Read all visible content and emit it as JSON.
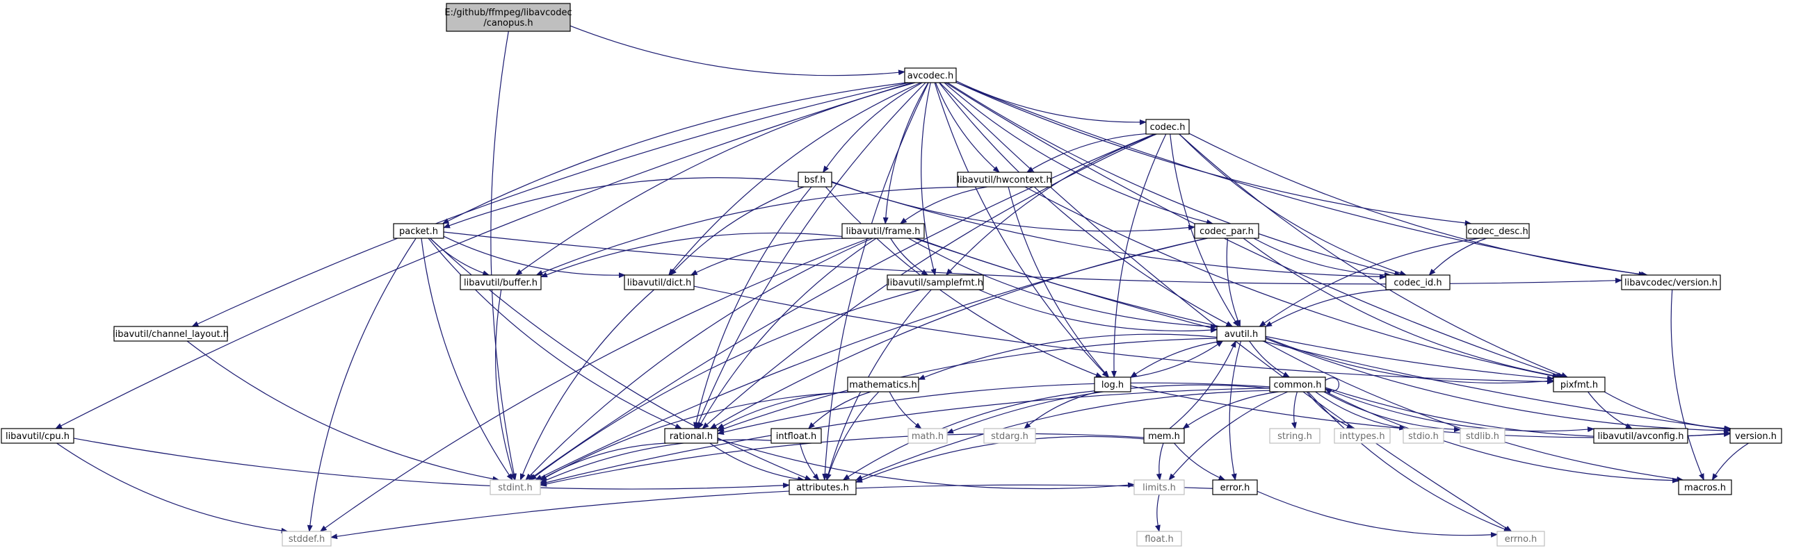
{
  "colors": {
    "edge": "#191970",
    "root_fill": "#bfbfbf",
    "node_fill": "#ffffff",
    "node_stroke": "#000000",
    "external_stroke": "#bfbfbf",
    "text": "#000000",
    "external_text": "#6b6b6b"
  },
  "nodes": [
    {
      "id": "root",
      "label": "E:/github/ffmpeg/libavcodec\n/canopus.h",
      "kind": "root"
    },
    {
      "id": "avcodec",
      "label": "avcodec.h",
      "kind": "local"
    },
    {
      "id": "codec",
      "label": "codec.h",
      "kind": "local"
    },
    {
      "id": "bsf",
      "label": "bsf.h",
      "kind": "local"
    },
    {
      "id": "hwcontext",
      "label": "libavutil/hwcontext.h",
      "kind": "local"
    },
    {
      "id": "frame",
      "label": "libavutil/frame.h",
      "kind": "local"
    },
    {
      "id": "packet",
      "label": "packet.h",
      "kind": "local"
    },
    {
      "id": "codec_par",
      "label": "codec_par.h",
      "kind": "local"
    },
    {
      "id": "codec_desc",
      "label": "codec_desc.h",
      "kind": "local"
    },
    {
      "id": "buffer",
      "label": "libavutil/buffer.h",
      "kind": "local"
    },
    {
      "id": "dict",
      "label": "libavutil/dict.h",
      "kind": "local"
    },
    {
      "id": "samplefmt",
      "label": "libavutil/samplefmt.h",
      "kind": "local"
    },
    {
      "id": "codec_id",
      "label": "codec_id.h",
      "kind": "local"
    },
    {
      "id": "lavc_version",
      "label": "libavcodec/version.h",
      "kind": "local"
    },
    {
      "id": "channel_layout",
      "label": "libavutil/channel_layout.h",
      "kind": "local"
    },
    {
      "id": "avutil",
      "label": "avutil.h",
      "kind": "local"
    },
    {
      "id": "mathematics",
      "label": "mathematics.h",
      "kind": "local"
    },
    {
      "id": "log",
      "label": "log.h",
      "kind": "local"
    },
    {
      "id": "common",
      "label": "common.h",
      "kind": "local"
    },
    {
      "id": "pixfmt",
      "label": "pixfmt.h",
      "kind": "local"
    },
    {
      "id": "cpu",
      "label": "libavutil/cpu.h",
      "kind": "local"
    },
    {
      "id": "rational",
      "label": "rational.h",
      "kind": "local"
    },
    {
      "id": "intfloat",
      "label": "intfloat.h",
      "kind": "local"
    },
    {
      "id": "math",
      "label": "math.h",
      "kind": "external"
    },
    {
      "id": "stdarg",
      "label": "stdarg.h",
      "kind": "external"
    },
    {
      "id": "mem",
      "label": "mem.h",
      "kind": "local"
    },
    {
      "id": "string",
      "label": "string.h",
      "kind": "external"
    },
    {
      "id": "inttypes",
      "label": "inttypes.h",
      "kind": "external"
    },
    {
      "id": "stdio",
      "label": "stdio.h",
      "kind": "external"
    },
    {
      "id": "stdlib",
      "label": "stdlib.h",
      "kind": "external"
    },
    {
      "id": "avconfig",
      "label": "libavutil/avconfig.h",
      "kind": "local"
    },
    {
      "id": "version",
      "label": "version.h",
      "kind": "local"
    },
    {
      "id": "stdint",
      "label": "stdint.h",
      "kind": "external"
    },
    {
      "id": "attributes",
      "label": "attributes.h",
      "kind": "local"
    },
    {
      "id": "limits",
      "label": "limits.h",
      "kind": "external"
    },
    {
      "id": "error",
      "label": "error.h",
      "kind": "local"
    },
    {
      "id": "macros",
      "label": "macros.h",
      "kind": "local"
    },
    {
      "id": "stddef",
      "label": "stddef.h",
      "kind": "external"
    },
    {
      "id": "float",
      "label": "float.h",
      "kind": "external"
    },
    {
      "id": "errno",
      "label": "errno.h",
      "kind": "external"
    }
  ],
  "edges": [
    [
      "root",
      "avcodec"
    ],
    [
      "root",
      "stdint"
    ],
    [
      "avcodec",
      "codec"
    ],
    [
      "avcodec",
      "bsf"
    ],
    [
      "avcodec",
      "hwcontext"
    ],
    [
      "avcodec",
      "frame"
    ],
    [
      "avcodec",
      "packet"
    ],
    [
      "avcodec",
      "codec_par"
    ],
    [
      "avcodec",
      "codec_desc"
    ],
    [
      "avcodec",
      "buffer"
    ],
    [
      "avcodec",
      "dict"
    ],
    [
      "avcodec",
      "samplefmt"
    ],
    [
      "avcodec",
      "codec_id"
    ],
    [
      "avcodec",
      "lavc_version"
    ],
    [
      "avcodec",
      "channel_layout"
    ],
    [
      "avcodec",
      "avutil"
    ],
    [
      "avcodec",
      "log"
    ],
    [
      "avcodec",
      "pixfmt"
    ],
    [
      "avcodec",
      "cpu"
    ],
    [
      "avcodec",
      "rational"
    ],
    [
      "avcodec",
      "attributes"
    ],
    [
      "avcodec",
      "errno"
    ],
    [
      "codec",
      "hwcontext"
    ],
    [
      "codec",
      "codec_id"
    ],
    [
      "codec",
      "samplefmt"
    ],
    [
      "codec",
      "avutil"
    ],
    [
      "codec",
      "log"
    ],
    [
      "codec",
      "pixfmt"
    ],
    [
      "codec",
      "rational"
    ],
    [
      "codec",
      "stdint"
    ],
    [
      "codec",
      "lavc_version"
    ],
    [
      "bsf",
      "packet"
    ],
    [
      "bsf",
      "codec_par"
    ],
    [
      "bsf",
      "codec_id"
    ],
    [
      "bsf",
      "dict"
    ],
    [
      "bsf",
      "log"
    ],
    [
      "bsf",
      "rational"
    ],
    [
      "hwcontext",
      "buffer"
    ],
    [
      "hwcontext",
      "frame"
    ],
    [
      "hwcontext",
      "log"
    ],
    [
      "hwcontext",
      "pixfmt"
    ],
    [
      "frame",
      "buffer"
    ],
    [
      "frame",
      "dict"
    ],
    [
      "frame",
      "samplefmt"
    ],
    [
      "frame",
      "avutil"
    ],
    [
      "frame",
      "rational"
    ],
    [
      "frame",
      "pixfmt"
    ],
    [
      "frame",
      "version"
    ],
    [
      "frame",
      "stdint"
    ],
    [
      "frame",
      "stddef"
    ],
    [
      "packet",
      "buffer"
    ],
    [
      "packet",
      "dict"
    ],
    [
      "packet",
      "rational"
    ],
    [
      "packet",
      "attributes"
    ],
    [
      "packet",
      "stdint"
    ],
    [
      "packet",
      "stddef"
    ],
    [
      "packet",
      "lavc_version"
    ],
    [
      "codec_par",
      "codec_id"
    ],
    [
      "codec_par",
      "avutil"
    ],
    [
      "codec_par",
      "rational"
    ],
    [
      "codec_par",
      "pixfmt"
    ],
    [
      "codec_par",
      "stdint"
    ],
    [
      "codec_desc",
      "codec_id"
    ],
    [
      "codec_desc",
      "avutil"
    ],
    [
      "buffer",
      "stdint"
    ],
    [
      "dict",
      "stdint"
    ],
    [
      "dict",
      "pixfmt"
    ],
    [
      "samplefmt",
      "avutil"
    ],
    [
      "samplefmt",
      "attributes"
    ],
    [
      "samplefmt",
      "stdint"
    ],
    [
      "codec_id",
      "avutil"
    ],
    [
      "lavc_version",
      "macros"
    ],
    [
      "channel_layout",
      "stdint"
    ],
    [
      "avutil",
      "mathematics"
    ],
    [
      "avutil",
      "log"
    ],
    [
      "avutil",
      "common"
    ],
    [
      "avutil",
      "pixfmt"
    ],
    [
      "avutil",
      "rational"
    ],
    [
      "avutil",
      "version"
    ],
    [
      "avutil",
      "error"
    ],
    [
      "avutil",
      "macros"
    ],
    [
      "mathematics",
      "rational"
    ],
    [
      "mathematics",
      "intfloat"
    ],
    [
      "mathematics",
      "math"
    ],
    [
      "mathematics",
      "attributes"
    ],
    [
      "mathematics",
      "stdint"
    ],
    [
      "log",
      "avutil"
    ],
    [
      "log",
      "stdarg"
    ],
    [
      "log",
      "attributes"
    ],
    [
      "log",
      "version"
    ],
    [
      "common",
      "common"
    ],
    [
      "common",
      "rational"
    ],
    [
      "common",
      "math"
    ],
    [
      "common",
      "string"
    ],
    [
      "common",
      "inttypes"
    ],
    [
      "common",
      "stdio"
    ],
    [
      "common",
      "stdlib"
    ],
    [
      "common",
      "avconfig"
    ],
    [
      "common",
      "version"
    ],
    [
      "common",
      "macros"
    ],
    [
      "common",
      "mem"
    ],
    [
      "common",
      "limits"
    ],
    [
      "common",
      "attributes"
    ],
    [
      "common",
      "errno"
    ],
    [
      "common",
      "stdint"
    ],
    [
      "pixfmt",
      "avconfig"
    ],
    [
      "pixfmt",
      "version"
    ],
    [
      "cpu",
      "attributes"
    ],
    [
      "cpu",
      "stddef"
    ],
    [
      "rational",
      "stdint"
    ],
    [
      "rational",
      "limits"
    ],
    [
      "rational",
      "attributes"
    ],
    [
      "intfloat",
      "stdint"
    ],
    [
      "intfloat",
      "attributes"
    ],
    [
      "mem",
      "avutil"
    ],
    [
      "mem",
      "attributes"
    ],
    [
      "mem",
      "error"
    ],
    [
      "mem",
      "limits"
    ],
    [
      "mem",
      "stdint"
    ],
    [
      "version",
      "macros"
    ],
    [
      "error",
      "errno"
    ],
    [
      "error",
      "stddef"
    ],
    [
      "limits",
      "float"
    ]
  ]
}
